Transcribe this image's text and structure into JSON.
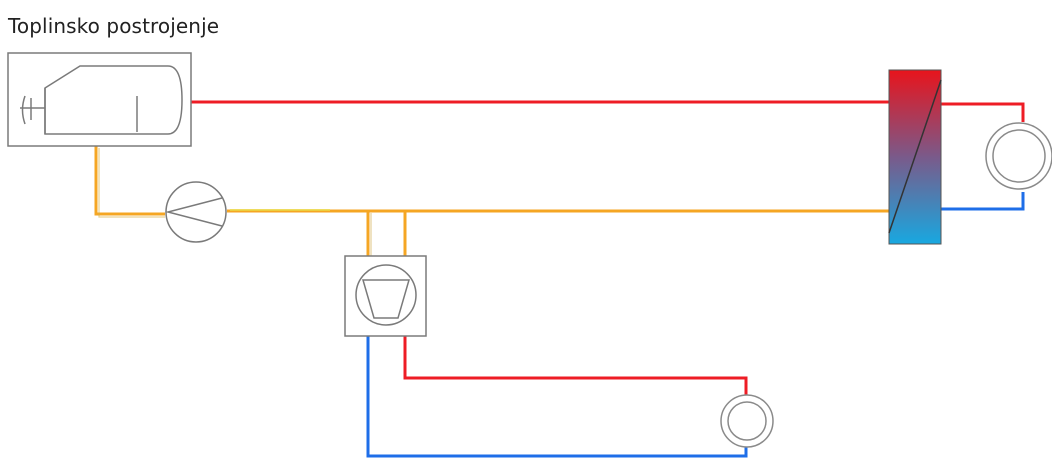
{
  "title": "Toplinsko postrojenje",
  "colors": {
    "supply_hot": "#ee1c25",
    "return_cold": "#1e6ee8",
    "source_line": "#f5a623",
    "equipment_stroke": "#7a7a7a",
    "equipment_fill": "#ffffff",
    "exchanger_top": "#e8141c",
    "exchanger_bottom": "#18a8e0"
  },
  "components": [
    {
      "id": "boiler",
      "icon": "boiler-icon"
    },
    {
      "id": "circulation-pump",
      "icon": "pump-icon"
    },
    {
      "id": "heat-pump",
      "icon": "heat-pump-icon"
    },
    {
      "id": "heat-exchanger",
      "icon": "heat-exchanger-icon"
    },
    {
      "id": "consumer-large",
      "icon": "consumer-circle-icon"
    },
    {
      "id": "consumer-small",
      "icon": "consumer-circle-icon"
    }
  ]
}
